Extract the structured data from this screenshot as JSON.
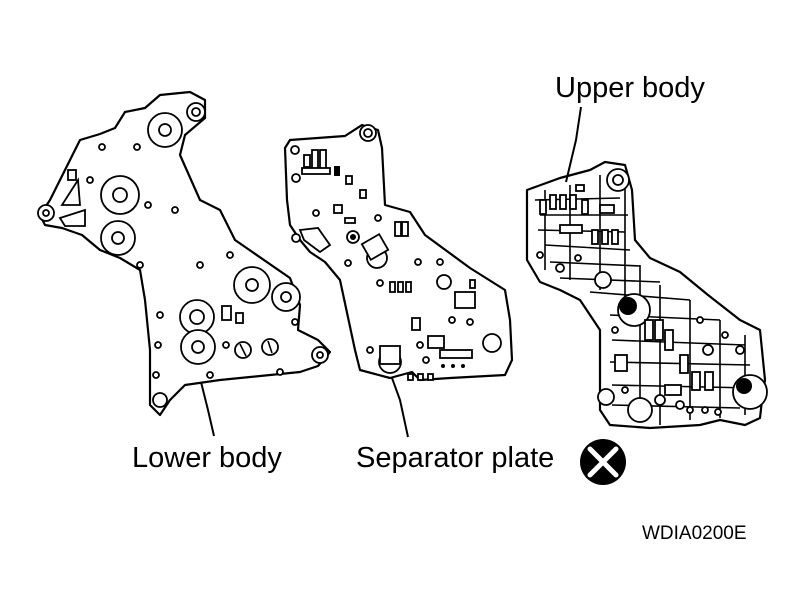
{
  "labels": {
    "upper_body": "Upper body",
    "lower_body": "Lower body",
    "separator_plate": "Separator plate",
    "figure_code": "WDIA0200E"
  },
  "colors": {
    "line": "#000000",
    "background": "#ffffff"
  },
  "icons": {
    "separator_marker": "x-circle-icon"
  }
}
